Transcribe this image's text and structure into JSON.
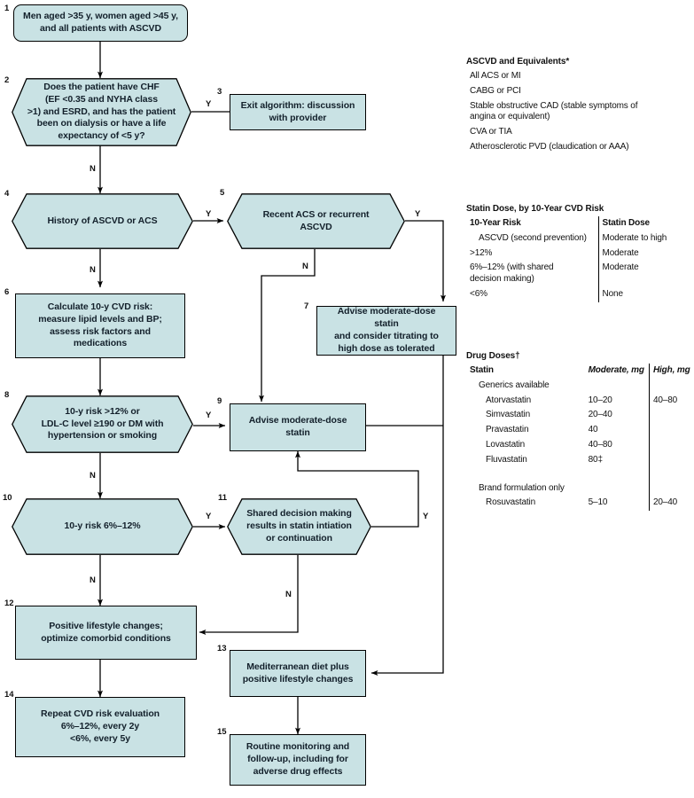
{
  "flowchart": {
    "nodes": [
      {
        "num": "1",
        "shape": "terminator",
        "text": "Men aged >35 y, women aged >45 y,\nand all patients with ASCVD"
      },
      {
        "num": "2",
        "shape": "hex",
        "text": "Does the patient have CHF\n(EF <0.35 and NYHA class\n>1) and ESRD, and has the patient\nbeen on dialysis or have a life\nexpectancy of <5 y?"
      },
      {
        "num": "3",
        "shape": "rect",
        "text": "Exit algorithm: discussion\nwith provider"
      },
      {
        "num": "4",
        "shape": "hex",
        "text": "History of ASCVD or ACS"
      },
      {
        "num": "5",
        "shape": "hex",
        "text": "Recent ACS or recurrent\nASCVD"
      },
      {
        "num": "6",
        "shape": "rect",
        "text": "Calculate 10-y CVD risk:\nmeasure lipid levels and BP;\nassess risk factors and\nmedications"
      },
      {
        "num": "7",
        "shape": "rect",
        "text": "Advise moderate-dose statin\nand consider titrating to\nhigh dose as tolerated"
      },
      {
        "num": "8",
        "shape": "hex",
        "text": "10-y risk >12% or\nLDL-C level ≥190 or DM with\nhypertension or smoking"
      },
      {
        "num": "9",
        "shape": "rect",
        "text": "Advise moderate-dose statin"
      },
      {
        "num": "10",
        "shape": "hex",
        "text": "10-y risk 6%–12%"
      },
      {
        "num": "11",
        "shape": "hex",
        "text": "Shared decision making\nresults in statin intiation\nor continuation"
      },
      {
        "num": "12",
        "shape": "rect",
        "text": "Positive lifestyle changes;\noptimize comorbid conditions"
      },
      {
        "num": "13",
        "shape": "rect",
        "text": "Mediterranean diet plus\npositive lifestyle changes"
      },
      {
        "num": "14",
        "shape": "rect",
        "text": "Repeat CVD risk evaluation\n6%–12%, every 2y\n<6%, every 5y"
      },
      {
        "num": "15",
        "shape": "rect",
        "text": "Routine monitoring and\nfollow-up, including for\nadverse drug effects"
      }
    ],
    "branch_labels": {
      "n2_yes": "Y",
      "n2_no": "N",
      "n4_yes": "Y",
      "n4_no": "N",
      "n5_yes": "Y",
      "n5_no": "N",
      "n8_yes": "Y",
      "n8_no": "N",
      "n10_yes": "Y",
      "n10_no": "N",
      "n11_yes": "Y",
      "n11_no": "N"
    }
  },
  "tables": {
    "ascvd": {
      "title": "ASCVD and Equivalents*",
      "rows": [
        "All ACS or MI",
        "CABG or PCI",
        "Stable obstructive CAD (stable symptoms of\n    angina or equivalent)",
        "CVA or TIA",
        "Atherosclerotic PVD (claudication or AAA)"
      ]
    },
    "statin_dose": {
      "title": "Statin Dose, by 10-Year CVD Risk",
      "headers": [
        "10-Year Risk",
        "Statin Dose"
      ],
      "rows": [
        {
          "risk": "ASCVD (second prevention)",
          "dose": "Moderate to high",
          "indent": true
        },
        {
          "risk": ">12%",
          "dose": "Moderate",
          "indent": false
        },
        {
          "risk": "6%–12% (with shared\ndecision making)",
          "dose": "Moderate",
          "indent": false
        },
        {
          "risk": "<6%",
          "dose": "None",
          "indent": false
        }
      ]
    },
    "drug_doses": {
      "title": "Drug Doses†",
      "headers": [
        "Statin",
        "Moderate, mg",
        "High, mg"
      ],
      "rows": [
        {
          "statin": "Generics available",
          "moderate": "",
          "high": "",
          "indent": 1
        },
        {
          "statin": "Atorvastatin",
          "moderate": "10–20",
          "high": "40–80",
          "indent": 2
        },
        {
          "statin": "Simvastatin",
          "moderate": "20–40",
          "high": "",
          "indent": 2
        },
        {
          "statin": "Pravastatin",
          "moderate": "40",
          "high": "",
          "indent": 2
        },
        {
          "statin": "Lovastatin",
          "moderate": "40–80",
          "high": "",
          "indent": 2
        },
        {
          "statin": "Fluvastatin",
          "moderate": "80‡",
          "high": "",
          "indent": 2
        },
        {
          "statin": "",
          "moderate": "",
          "high": "",
          "indent": 0
        },
        {
          "statin": "Brand formulation only",
          "moderate": "",
          "high": "",
          "indent": 1
        },
        {
          "statin": "Rosuvastatin",
          "moderate": "5–10",
          "high": "20–40",
          "indent": 2
        }
      ]
    }
  },
  "colors": {
    "node_fill": "#c9e2e4",
    "node_stroke": "#000000",
    "connector": "#000000",
    "page_bg": "#ffffff"
  }
}
